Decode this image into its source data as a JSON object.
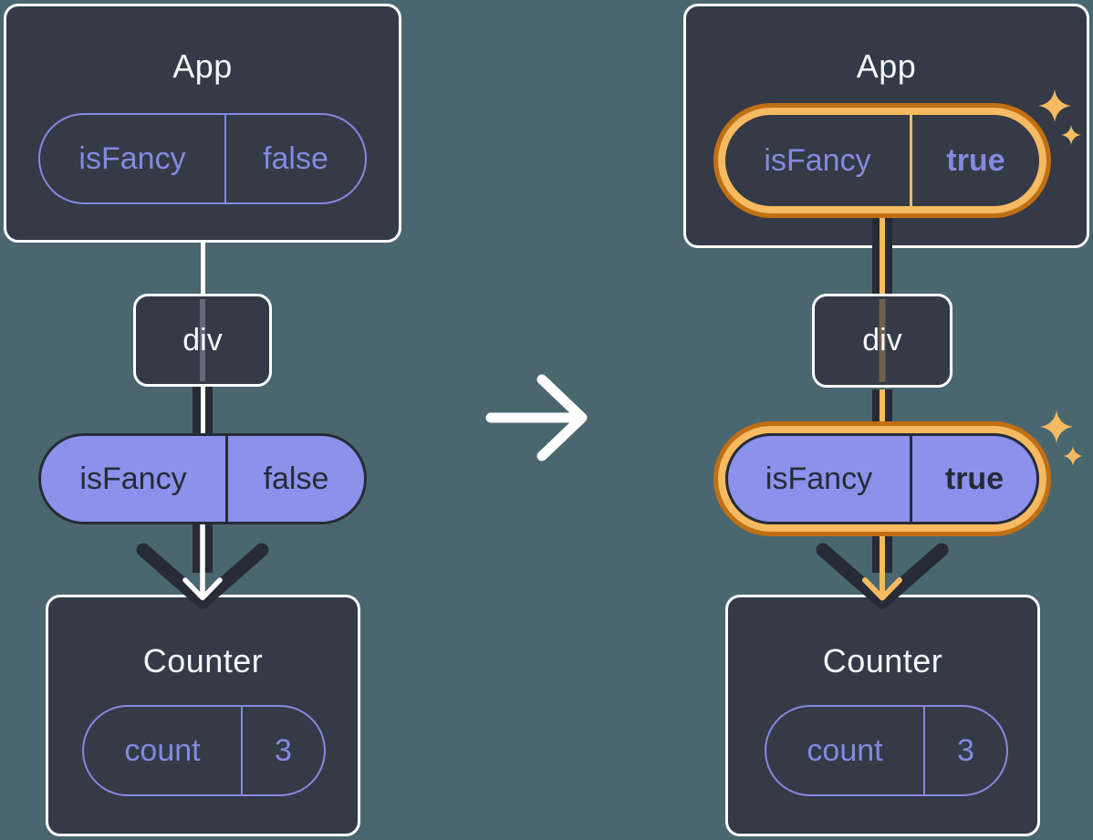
{
  "colors": {
    "background": "#4A6770",
    "card": "#343A46",
    "card_border": "#FFFFFF",
    "title_text": "#F5F6F8",
    "purple": "#8489E0",
    "pill_fill": "#8C91EB",
    "dark": "#262B36",
    "orange_light": "#F6BA60",
    "orange_dark": "#C26F12",
    "white": "#FFFFFF"
  },
  "icons": {
    "transition": "arrow-right-icon",
    "highlight": "sparkle-icon"
  },
  "before": {
    "app": {
      "title": "App",
      "prop_name": "isFancy",
      "prop_value": "false"
    },
    "div_label": "div",
    "passed_prop": {
      "name": "isFancy",
      "value": "false"
    },
    "counter": {
      "title": "Counter",
      "state_name": "count",
      "state_value": "3"
    }
  },
  "after": {
    "app": {
      "title": "App",
      "prop_name": "isFancy",
      "prop_value": "true"
    },
    "div_label": "div",
    "passed_prop": {
      "name": "isFancy",
      "value": "true"
    },
    "counter": {
      "title": "Counter",
      "state_name": "count",
      "state_value": "3"
    }
  }
}
